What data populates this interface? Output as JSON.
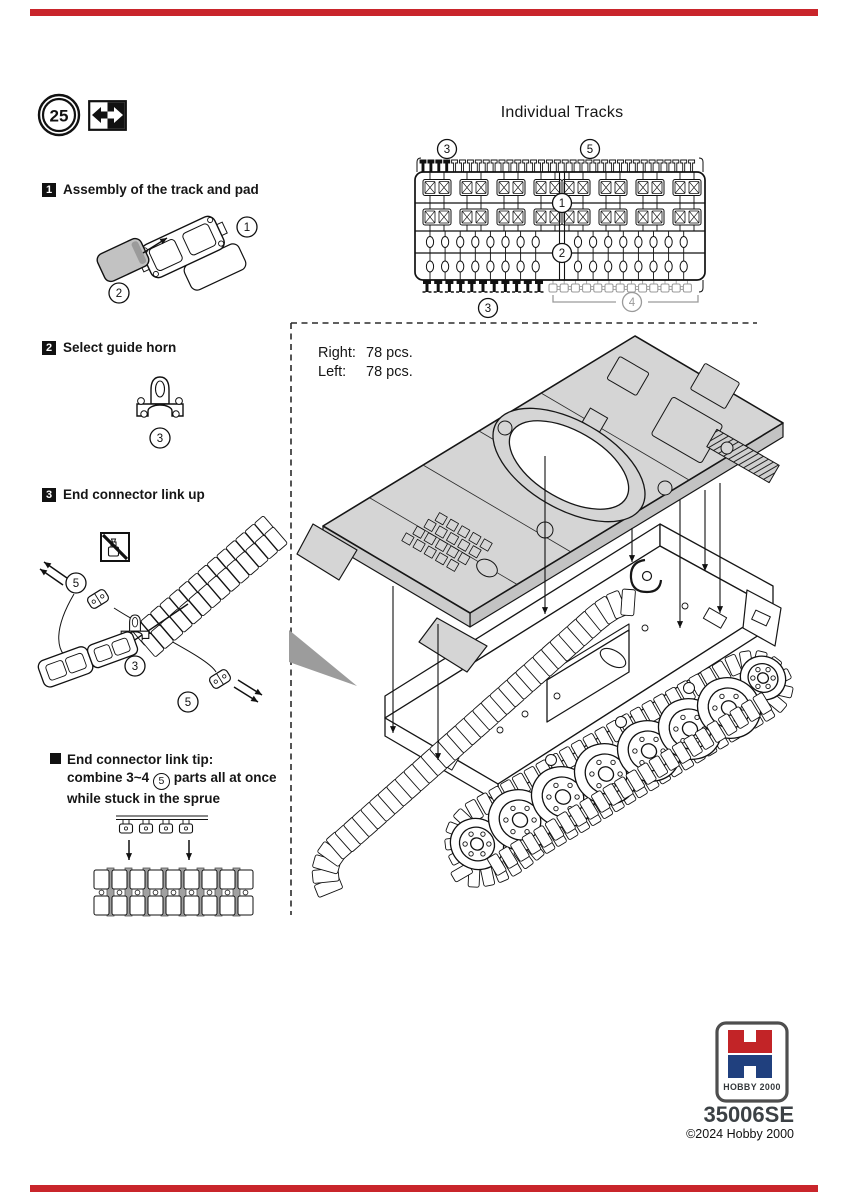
{
  "page": {
    "title": "Individual Tracks",
    "step_number": "25",
    "product_code": "35006SE",
    "copyright": "©2024 Hobby 2000"
  },
  "colors": {
    "accent_red": "#c9252b",
    "logo_red": "#c22427",
    "logo_blue": "#20407e"
  },
  "quantities": {
    "right_label": "Right:",
    "right_value": "78 pcs.",
    "left_label": "Left:",
    "left_value": "78 pcs."
  },
  "steps": [
    {
      "number": "1",
      "label": "Assembly of the track and pad"
    },
    {
      "number": "2",
      "label": "Select guide horn"
    },
    {
      "number": "3",
      "label": "End connector link up"
    }
  ],
  "tip": {
    "title": "End connector link tip:",
    "line2_pre": "combine 3~4",
    "line2_part": "5",
    "line2_post": "parts all at once",
    "line3": "while stuck in the sprue"
  },
  "callouts": {
    "sprue_top_left": "3",
    "sprue_top_right": "5",
    "sprue_mid_upper": "1",
    "sprue_mid_lower": "2",
    "sprue_bottom_left": "3",
    "sprue_bottom_right": "4",
    "step1_link": "1",
    "step1_pad": "2",
    "step2_part": "3",
    "step3_top": "5",
    "step3_horn": "3",
    "step3_bottom": "5"
  },
  "logo": {
    "letter": "H",
    "name": "HOBBY 2000"
  }
}
